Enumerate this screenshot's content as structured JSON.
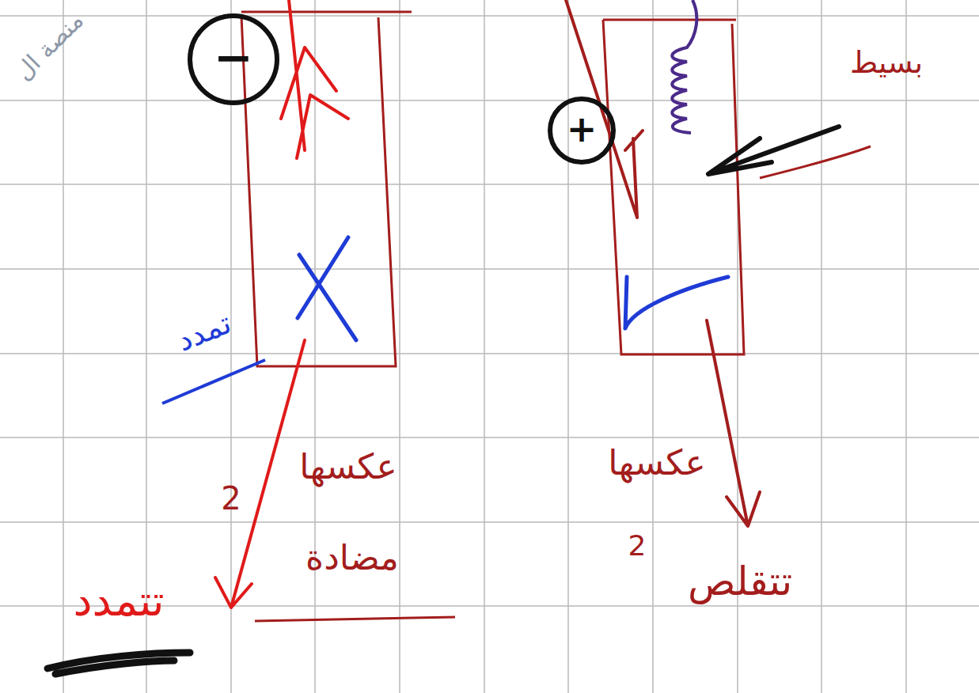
{
  "diagram": {
    "labels": [
      "منصة ال",
      "−",
      "+",
      "بسيط",
      "تمدد",
      "عكسها",
      "2",
      "مضادة",
      "تتمدد",
      "عكسها",
      "2",
      "تتقلص"
    ]
  }
}
